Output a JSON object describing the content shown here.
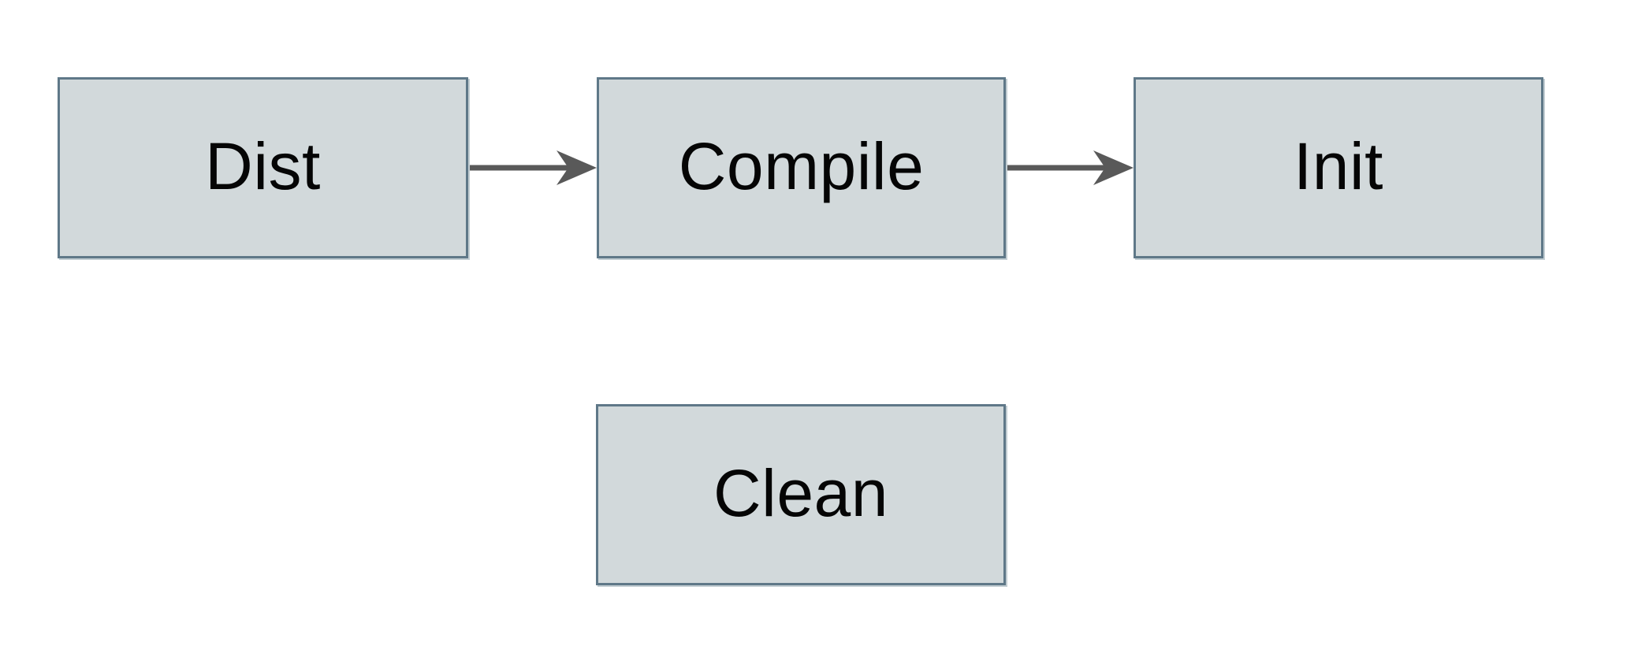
{
  "diagram": {
    "title": "build-targets-flowchart",
    "nodes": [
      {
        "id": "dist",
        "label": "Dist"
      },
      {
        "id": "compile",
        "label": "Compile"
      },
      {
        "id": "init",
        "label": "Init"
      },
      {
        "id": "clean",
        "label": "Clean"
      }
    ],
    "edges": [
      {
        "from": "dist",
        "to": "compile",
        "direction": "right"
      },
      {
        "from": "compile",
        "to": "init",
        "direction": "right"
      }
    ],
    "colors": {
      "background": "#ffffff",
      "node_fill": "#d2d9db",
      "node_border": "#5f7888",
      "arrow": "#595959",
      "text": "#050505"
    }
  }
}
